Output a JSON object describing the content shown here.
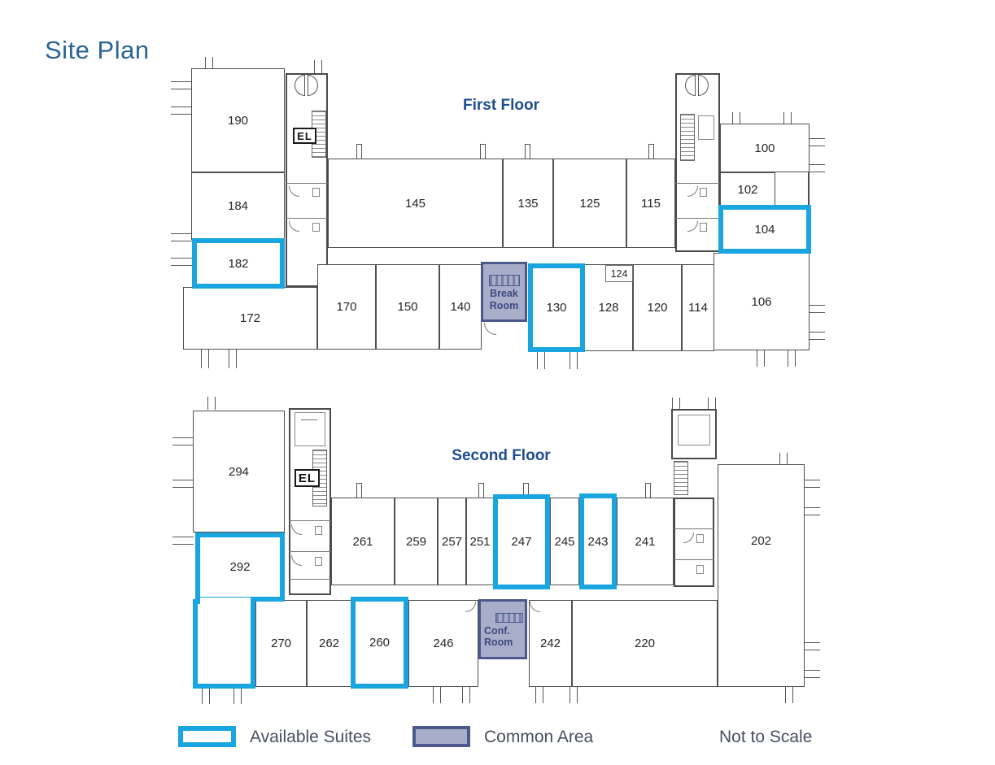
{
  "page": {
    "title": "Site Plan"
  },
  "colors": {
    "available_outline": "#19A5E0",
    "common_fill": "#A8AECA",
    "common_border": "#4D588C",
    "page_title_blue": "#2B6496",
    "floor_title_blue": "#1E4C94"
  },
  "legend": {
    "available_label": "Available Suites",
    "common_label": "Common Area",
    "scale_label": "Not to Scale"
  },
  "floors": {
    "first": {
      "title": "First Floor",
      "elevator": "EL",
      "rooms": {
        "r190": "190",
        "r184": "184",
        "r182": "182",
        "r172": "172",
        "r170": "170",
        "r150": "150",
        "r140": "140",
        "r145": "145",
        "r135": "135",
        "r125": "125",
        "r115": "115",
        "r100": "100",
        "r102": "102",
        "r104": "104",
        "r106": "106",
        "r124": "124",
        "r130": "130",
        "r128": "128",
        "r120": "120",
        "r114": "114",
        "break_room": "Break Room"
      },
      "available_suites": [
        "182",
        "130",
        "104"
      ],
      "common_areas": [
        "Break Room"
      ]
    },
    "second": {
      "title": "Second Floor",
      "elevator": "EL",
      "rooms": {
        "r294": "294",
        "r292": "292",
        "r270": "270",
        "r262": "262",
        "r260": "260",
        "r246": "246",
        "r242": "242",
        "r220": "220",
        "r261": "261",
        "r259": "259",
        "r257": "257",
        "r251": "251",
        "r247": "247",
        "r245": "245",
        "r243": "243",
        "r241": "241",
        "r202": "202",
        "conf_room": "Conf. Room"
      },
      "available_suites": [
        "292",
        "260",
        "247",
        "243"
      ],
      "common_areas": [
        "Conf. Room"
      ]
    }
  }
}
